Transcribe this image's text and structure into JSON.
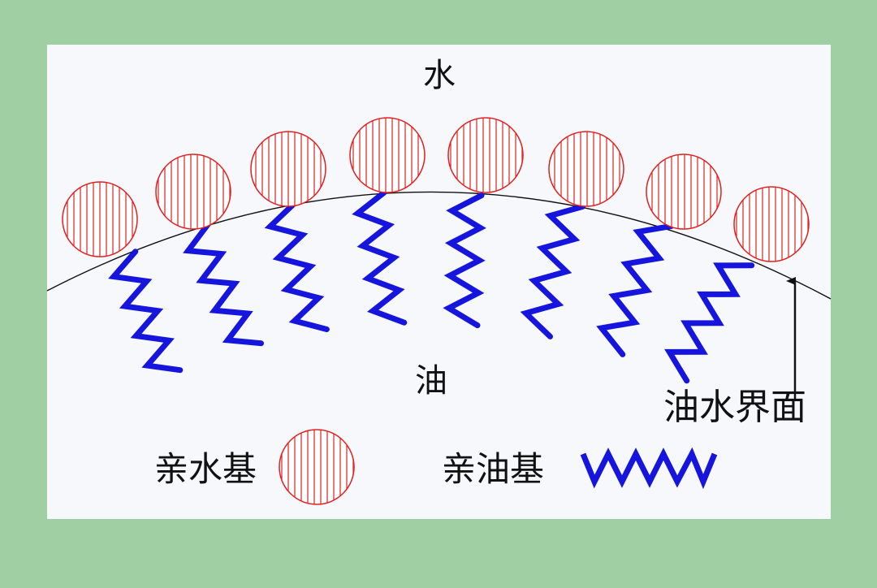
{
  "labels": {
    "water": "水",
    "oil": "油",
    "interface": "油水界面",
    "legend_hydrophilic": "亲水基",
    "legend_lipophilic": "亲油基"
  },
  "colors": {
    "frame": "#9fcfa3",
    "panel": "#f7f8fc",
    "hydrophilic": "#e02020",
    "lipophilic": "#1515dd",
    "curve": "#111111"
  },
  "molecule_count": 8
}
